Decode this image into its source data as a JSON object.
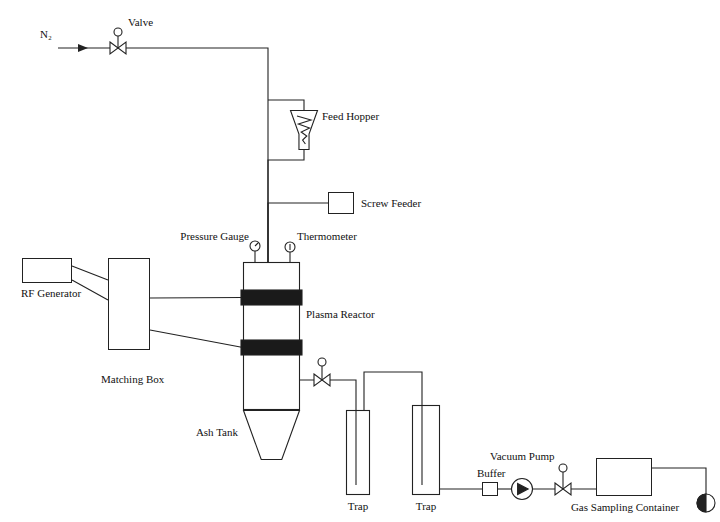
{
  "diagram": {
    "nodes": [
      {
        "text": [
          "Feed Hopper"
        ]
      },
      {
        "text": [
          "Screw Feeder"
        ]
      },
      {
        "text": [
          "RF Generator"
        ]
      },
      {
        "text": [
          "Matching Box"
        ]
      },
      {
        "text": [
          "Plasma Reactor"
        ]
      },
      {
        "text": [
          "Ash Tank"
        ]
      },
      {
        "text": [
          "Trap"
        ]
      },
      {
        "text": [
          "Trap"
        ]
      },
      {
        "text": [
          "Buffer"
        ]
      },
      {
        "text": [
          "Vacuum Pump"
        ]
      },
      {
        "text": [
          "Gas Sampling Container"
        ]
      }
    ],
    "edges": [
      {
        "from": 0,
        "to": 4,
        "arrow": "none"
      },
      {
        "from": 1,
        "to": 4,
        "arrow": "none"
      },
      {
        "from": 2,
        "to": 3,
        "arrow": "none"
      },
      {
        "from": 3,
        "to": 4,
        "arrow": "none"
      },
      {
        "from": 4,
        "to": 6,
        "arrow": "none"
      },
      {
        "from": 6,
        "to": 7,
        "arrow": "none"
      },
      {
        "from": 7,
        "to": 8,
        "arrow": "none"
      },
      {
        "from": 8,
        "to": 9,
        "arrow": "none"
      },
      {
        "from": 9,
        "to": 10,
        "arrow": "none"
      }
    ],
    "labels": [
      "N₂",
      "Valve",
      "Pressure Gauge",
      "Thermometer"
    ]
  }
}
